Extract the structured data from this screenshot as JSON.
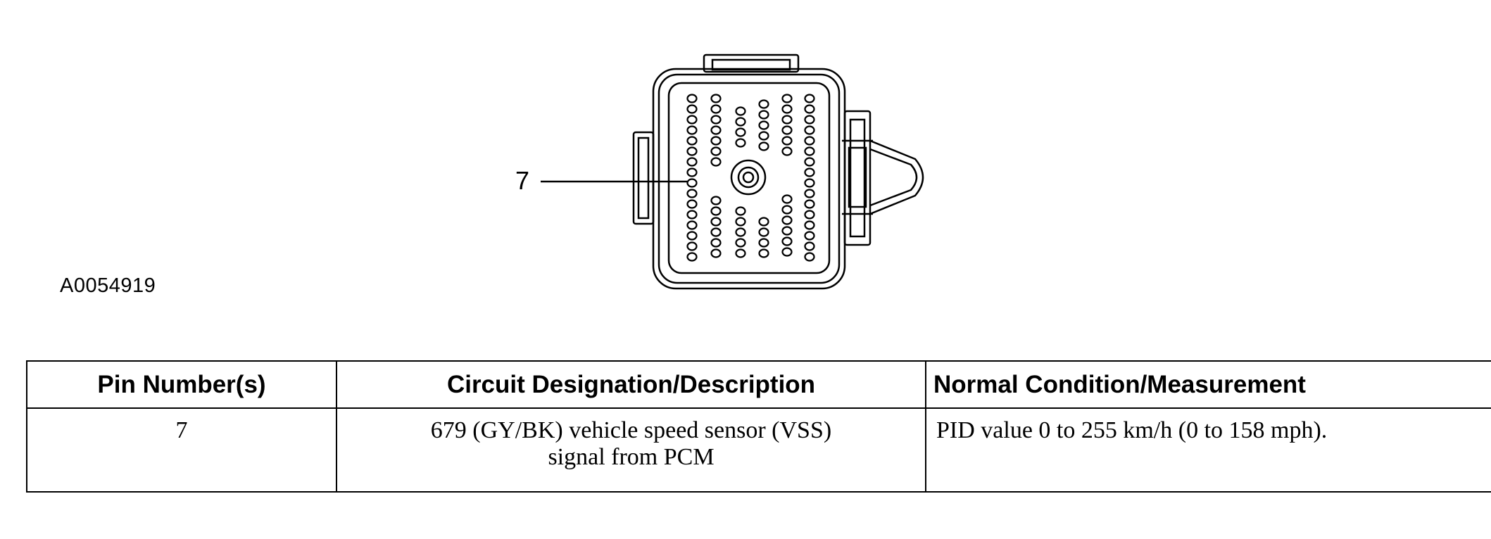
{
  "figure": {
    "callout_label": "7",
    "figure_id": "A0054919"
  },
  "table": {
    "headers": {
      "pin": "Pin Number(s)",
      "circuit": "Circuit Designation/Description",
      "condition": "Normal Condition/Measurement"
    },
    "rows": [
      {
        "pin": "7",
        "circuit_line1": "679 (GY/BK) vehicle speed sensor (VSS)",
        "circuit_line2": "signal from PCM",
        "condition": "PID value 0 to 255 km/h (0 to 158 mph)."
      }
    ]
  }
}
